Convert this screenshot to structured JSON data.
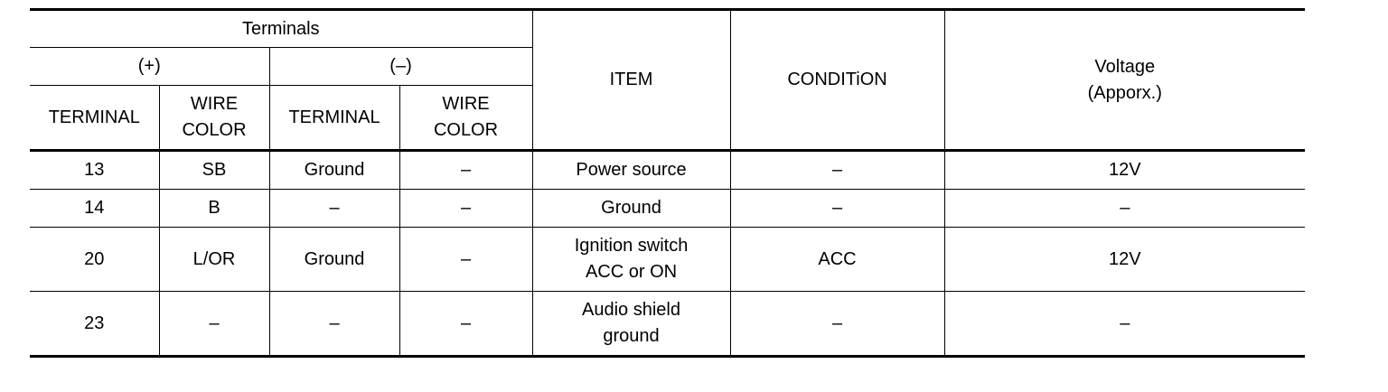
{
  "header": {
    "terminals": "Terminals",
    "plus": "(+)",
    "minus": "(–)",
    "terminal": "TERMINAL",
    "wire_color": "WIRE\nCOLOR",
    "item": "ITEM",
    "condition": "CONDITiON",
    "voltage": "Voltage\n(Apporx.)"
  },
  "rows": [
    {
      "pos_terminal": "13",
      "pos_wire": "SB",
      "neg_terminal": "Ground",
      "neg_wire": "–",
      "item": "Power source",
      "condition": "–",
      "voltage": "12V"
    },
    {
      "pos_terminal": "14",
      "pos_wire": "B",
      "neg_terminal": "–",
      "neg_wire": "–",
      "item": "Ground",
      "condition": "–",
      "voltage": "–"
    },
    {
      "pos_terminal": "20",
      "pos_wire": "L/OR",
      "neg_terminal": "Ground",
      "neg_wire": "–",
      "item": "Ignition switch\nACC or ON",
      "condition": "ACC",
      "voltage": "12V"
    },
    {
      "pos_terminal": "23",
      "pos_wire": "–",
      "neg_terminal": "–",
      "neg_wire": "–",
      "item": "Audio shield\nground",
      "condition": "–",
      "voltage": "–"
    }
  ]
}
